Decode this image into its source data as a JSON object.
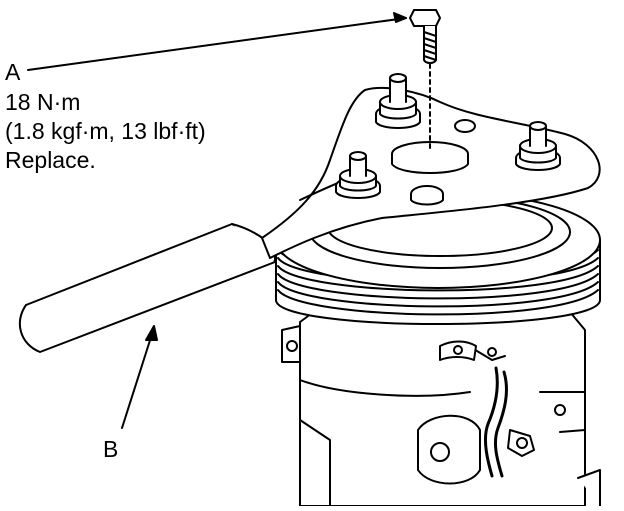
{
  "callouts": {
    "a": {
      "letter": "A",
      "torque": "18 N·m",
      "torque_alt": "(1.8 kgf·m, 13 lbf·ft)",
      "note": "Replace."
    },
    "b": {
      "letter": "B"
    }
  },
  "colors": {
    "line": "#000000",
    "fill": "#ffffff"
  },
  "icons": [
    "bolt-icon",
    "arrow-icon"
  ]
}
